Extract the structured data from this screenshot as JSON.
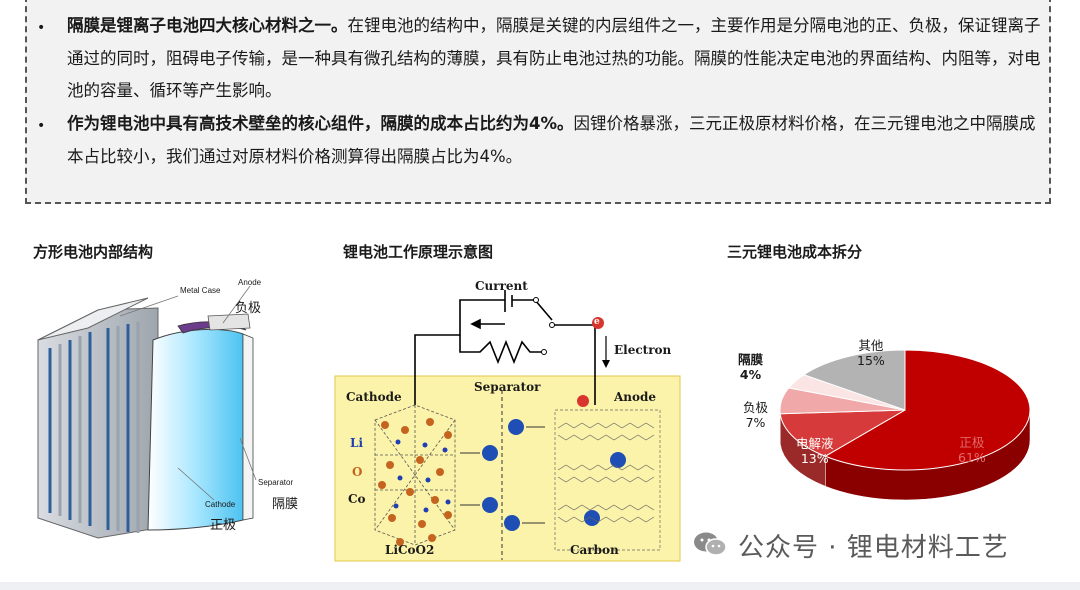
{
  "intro": {
    "p1_bold": "隔膜是锂离子电池四大核心材料之一。",
    "p1_rest": "在锂电池的结构中，隔膜是关键的内层组件之一，主要作用是分隔电池的正、负极，保证锂离子通过的同时，阻碍电子传输，是一种具有微孔结构的薄膜，具有防止电池过热的功能。隔膜的性能决定电池的界面结构、内阻等，对电池的容量、循环等产生影响。",
    "p2_bold": "作为锂电池中具有高技术壁垒的核心组件，隔膜的成本占比约为4%。",
    "p2_rest": "因锂价格暴涨，三元正极原材料价格，在三元锂电池之中隔膜成本占比较小，我们通过对原材料价格测算得出隔膜占比为4%。"
  },
  "sections": {
    "battery_structure_title": "方形电池内部结构",
    "working_principle_title": "锂电池工作原理示意图",
    "cost_breakdown_title": "三元锂电池成本拆分"
  },
  "battery_diagram": {
    "metal_case": "Metal Case",
    "anode_en": "Anode",
    "anode_cn": "负极",
    "separator_en": "Separator",
    "separator_cn": "隔膜",
    "cathode_en": "Cathode",
    "cathode_cn": "正极"
  },
  "principle_diagram": {
    "current": "Current",
    "electron": "Electron",
    "e_symbol": "e",
    "separator": "Separator",
    "cathode": "Cathode",
    "anode": "Anode",
    "li": "Li",
    "o": "O",
    "co": "Co",
    "li_ion": "Li",
    "licoo2": "LiCoO2",
    "carbon": "Carbon"
  },
  "chart_data": {
    "type": "pie",
    "title": "三元锂电池成本拆分",
    "series": [
      {
        "label": "正极",
        "value": 61,
        "display": "61%",
        "color": "#c00000"
      },
      {
        "label": "电解液",
        "value": 13,
        "display": "13%",
        "color": "#d63a3a"
      },
      {
        "label": "负极",
        "value": 7,
        "display": "7%",
        "color": "#f0a8a8"
      },
      {
        "label": "隔膜",
        "value": 4,
        "display": "4%",
        "color": "#fbe4e4"
      },
      {
        "label": "其他",
        "value": 15,
        "display": "15%",
        "color": "#b3b3b3"
      }
    ]
  },
  "watermark": "公众号 · 锂电材料工艺"
}
